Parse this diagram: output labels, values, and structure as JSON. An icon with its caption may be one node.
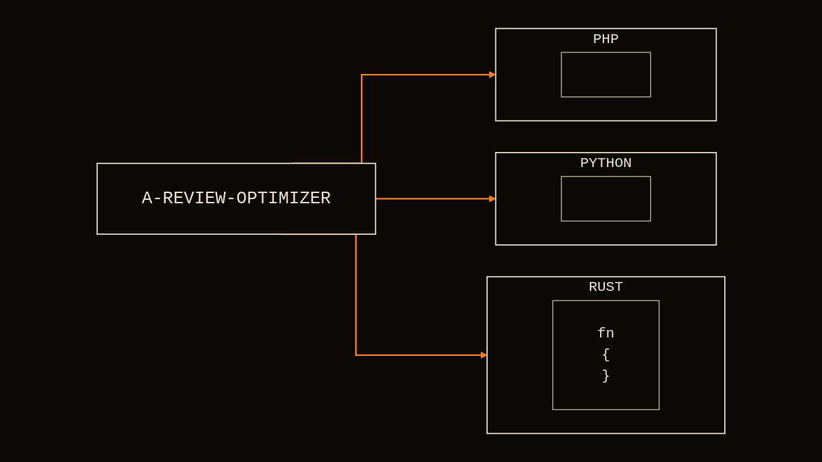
{
  "diagram": {
    "nodes": [
      {
        "text": [
          "A-REVIEW-OPTIMIZER"
        ]
      },
      {
        "text": [
          "PHP"
        ]
      },
      {
        "text": [],
        "shape": "box",
        "in": 1
      },
      {
        "text": [
          "PYTHON"
        ]
      },
      {
        "text": [],
        "shape": "box",
        "in": 3
      },
      {
        "text": [
          "RUST"
        ]
      },
      {
        "text": [
          "fn",
          "{",
          "}"
        ],
        "in": 5
      }
    ],
    "edges": [
      {
        "from": 0,
        "to": 1,
        "arrow": "to"
      },
      {
        "from": 0,
        "to": 3,
        "arrow": "to"
      },
      {
        "from": 0,
        "to": 5,
        "arrow": "to"
      }
    ]
  }
}
